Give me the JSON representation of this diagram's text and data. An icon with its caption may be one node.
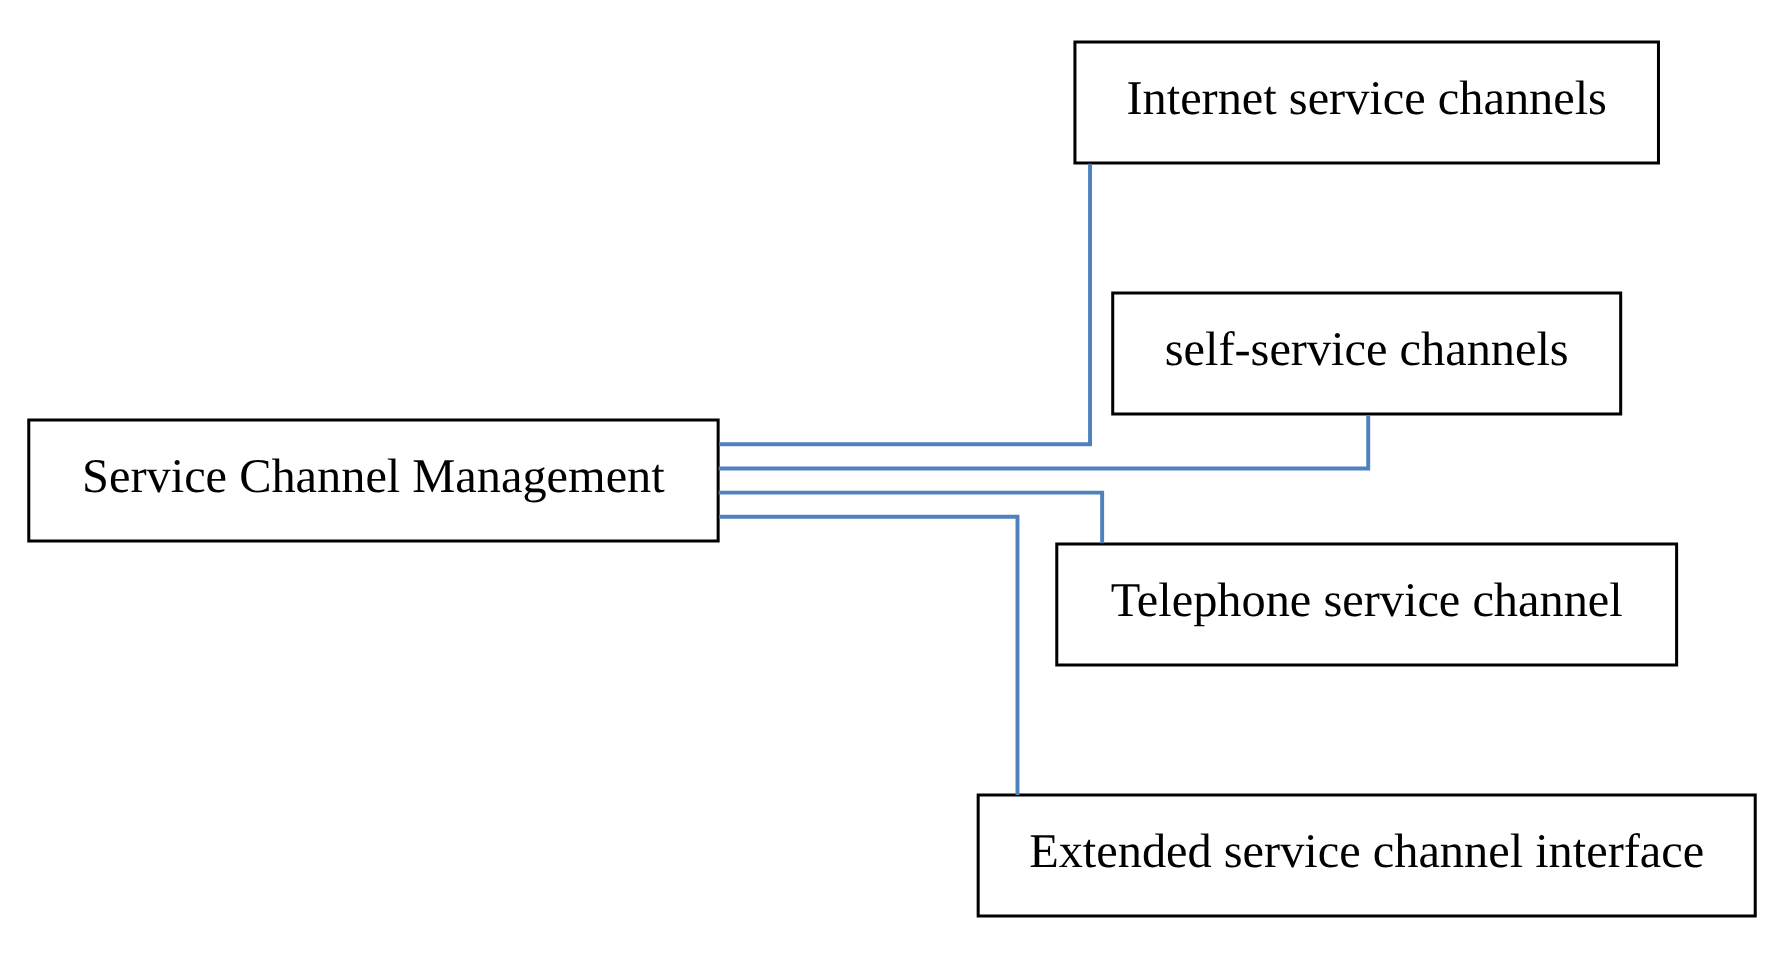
{
  "diagram": {
    "nodes": [
      {
        "text": [
          "Service Channel Management"
        ]
      },
      {
        "text": [
          "Internet service channels"
        ]
      },
      {
        "text": [
          "self-service channels"
        ]
      },
      {
        "text": [
          "Telephone service channel"
        ]
      },
      {
        "text": [
          "Extended service channel interface"
        ]
      }
    ],
    "edges": [
      {
        "from": 0,
        "to": 1,
        "arrow": "none"
      },
      {
        "from": 0,
        "to": 2,
        "arrow": "none"
      },
      {
        "from": 0,
        "to": 3,
        "arrow": "none"
      },
      {
        "from": 0,
        "to": 4,
        "arrow": "none"
      }
    ]
  }
}
